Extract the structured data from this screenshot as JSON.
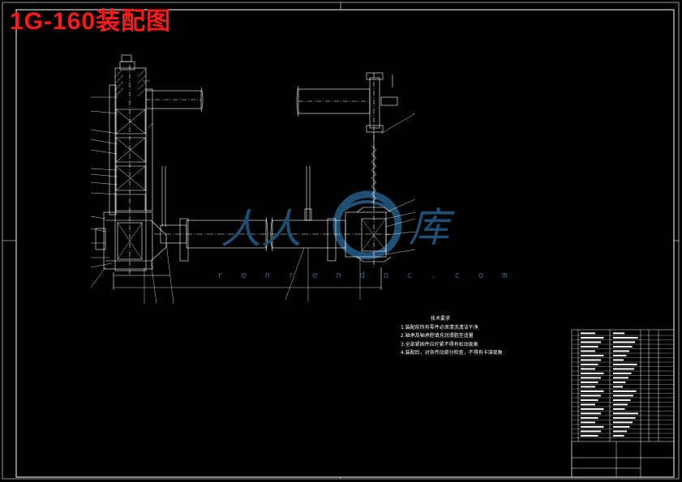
{
  "drawing": {
    "title": "1G-160装配图"
  },
  "notes": {
    "heading": "技术要求",
    "items": [
      "1.装配前所有零件必须清洗清洁干净",
      "2.轴承及轴承腔填充润滑脂至适量",
      "3.全部紧固件应拧紧不得有松动现象",
      "4.装配后，对各传动部分检查，不得有卡滞现象"
    ]
  },
  "watermark": {
    "glyph_left": "人人",
    "glyph_right": "库",
    "url": "r e n r e n d o c . c o m"
  },
  "colors": {
    "background": "#000000",
    "lines": "#ffffff",
    "title": "#ff1a1a",
    "watermark": "#1f4f73"
  }
}
